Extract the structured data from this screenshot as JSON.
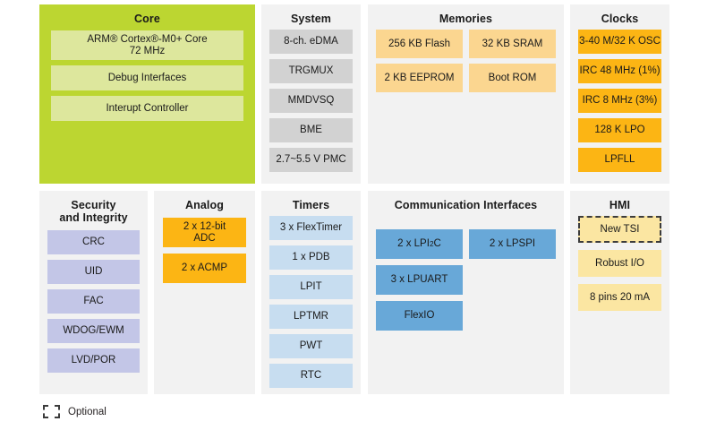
{
  "diagram": {
    "legend": {
      "optional_label": "Optional"
    },
    "colors": {
      "core_panel": "#bcd631",
      "core_block": "#dde79d",
      "panel_background": "#f2f2f2",
      "system_block": "#d2d2d2",
      "memories_block": "#fbd690",
      "clocks_block": "#fcb514",
      "security_block": "#c3c6e7",
      "analog_block": "#fcb514",
      "timers_block": "#c7ddf0",
      "comm_block": "#68a8d8",
      "hmi_block": "#fbe6a2",
      "optional_border": "#3c3c3c"
    },
    "sections": {
      "core": {
        "title": "Core",
        "blocks": [
          {
            "label": "ARM® Cortex®-M0+ Core\n72 MHz"
          },
          {
            "label": "Debug Interfaces"
          },
          {
            "label": "Interupt Controller"
          }
        ]
      },
      "system": {
        "title": "System",
        "blocks": [
          {
            "label": "8-ch. eDMA"
          },
          {
            "label": "TRGMUX"
          },
          {
            "label": "MMDVSQ"
          },
          {
            "label": "BME"
          },
          {
            "label": "2.7~5.5 V PMC"
          }
        ]
      },
      "memories": {
        "title": "Memories",
        "blocks": [
          {
            "label": "256 KB Flash"
          },
          {
            "label": "32 KB SRAM"
          },
          {
            "label": "2 KB EEPROM"
          },
          {
            "label": "Boot ROM"
          }
        ]
      },
      "clocks": {
        "title": "Clocks",
        "blocks": [
          {
            "label": "3-40 M/32 K OSC"
          },
          {
            "label": "IRC 48 MHz (1%)"
          },
          {
            "label": "IRC 8 MHz (3%)"
          },
          {
            "label": "128 K LPO"
          },
          {
            "label": "LPFLL"
          }
        ]
      },
      "security": {
        "title": "Security\nand Integrity",
        "blocks": [
          {
            "label": "CRC"
          },
          {
            "label": "UID"
          },
          {
            "label": "FAC"
          },
          {
            "label": "WDOG/EWM"
          },
          {
            "label": "LVD/POR"
          }
        ]
      },
      "analog": {
        "title": "Analog",
        "blocks": [
          {
            "label": "2 x 12-bit\nADC"
          },
          {
            "label": "2 x ACMP"
          }
        ]
      },
      "timers": {
        "title": "Timers",
        "blocks": [
          {
            "label": "3 x FlexTimer"
          },
          {
            "label": "1 x PDB"
          },
          {
            "label": "LPIT"
          },
          {
            "label": "LPTMR"
          },
          {
            "label": "PWT"
          },
          {
            "label": "RTC"
          }
        ]
      },
      "communication": {
        "title": "Communication Interfaces",
        "blocks": [
          {
            "label": "2 x LPI",
            "sup": "2",
            "label_tail": "C"
          },
          {
            "label": "2 x LPSPI"
          },
          {
            "label": "3 x LPUART"
          },
          {
            "label": "FlexIO"
          }
        ]
      },
      "hmi": {
        "title": "HMI",
        "blocks": [
          {
            "label": "New TSI",
            "optional": true
          },
          {
            "label": "Robust I/O"
          },
          {
            "label": "8 pins 20 mA"
          }
        ]
      }
    }
  }
}
